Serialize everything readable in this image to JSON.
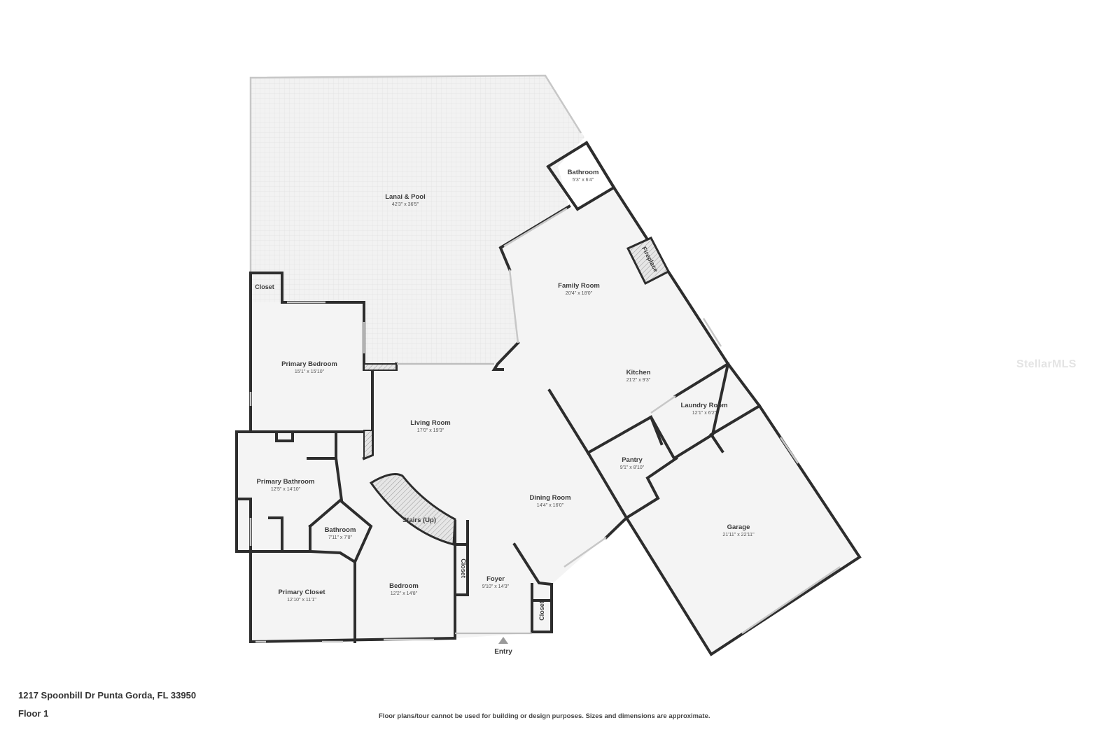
{
  "address": "1217 Spoonbill Dr Punta Gorda, FL 33950",
  "floor": "Floor 1",
  "disclaimer": "Floor plans/tour cannot be used for building or design purposes. Sizes and dimensions are approximate.",
  "watermark": "StellarMLS",
  "entry_label": "Entry",
  "rooms": {
    "lanai": {
      "name": "Lanai & Pool",
      "dims": "42'3\" x 36'5\""
    },
    "bathroom_top": {
      "name": "Bathroom",
      "dims": "5'3\" x 6'4\""
    },
    "family_room": {
      "name": "Family Room",
      "dims": "20'4\" x 18'0\""
    },
    "fireplace": {
      "name": "Fireplace"
    },
    "kitchen": {
      "name": "Kitchen",
      "dims": "21'2\" x 9'3\""
    },
    "laundry": {
      "name": "Laundry Room",
      "dims": "12'1\" x 6'2\""
    },
    "pantry": {
      "name": "Pantry",
      "dims": "9'1\" x 8'10\""
    },
    "garage": {
      "name": "Garage",
      "dims": "21'11\" x 22'11\""
    },
    "closet_top": {
      "name": "Closet"
    },
    "primary_bedroom": {
      "name": "Primary Bedroom",
      "dims": "15'1\" x 15'10\""
    },
    "living_room": {
      "name": "Living Room",
      "dims": "17'0\" x 19'3\""
    },
    "dining_room": {
      "name": "Dining Room",
      "dims": "14'4\" x 16'0\""
    },
    "primary_bathroom": {
      "name": "Primary Bathroom",
      "dims": "12'5\" x 14'10\""
    },
    "stairs": {
      "name": "Stairs (Up)"
    },
    "bathroom_mid": {
      "name": "Bathroom",
      "dims": "7'11\" x 7'8\""
    },
    "closet_mid": {
      "name": "Closet"
    },
    "foyer": {
      "name": "Foyer",
      "dims": "9'10\" x 14'3\""
    },
    "closet_foyer": {
      "name": "Closet"
    },
    "primary_closet": {
      "name": "Primary Closet",
      "dims": "12'10\" x 11'1\""
    },
    "bedroom": {
      "name": "Bedroom",
      "dims": "12'2\" x 14'8\""
    }
  }
}
